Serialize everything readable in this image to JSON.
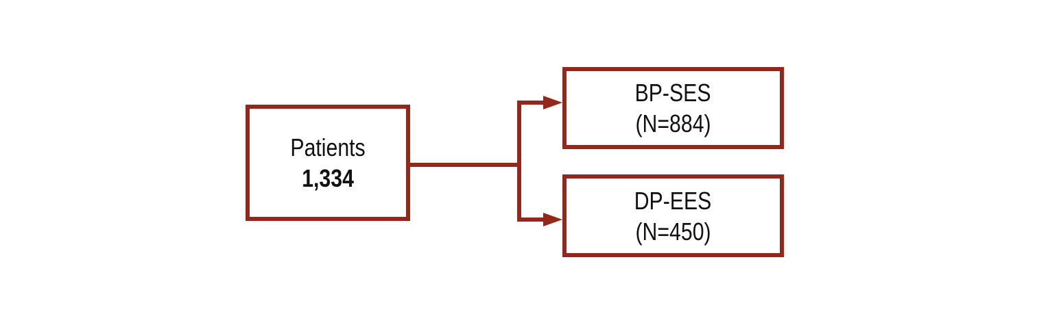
{
  "diagram": {
    "root": {
      "label": "Patients",
      "count": "1,334"
    },
    "branches": [
      {
        "name": "BP-SES",
        "n": "(N=884)"
      },
      {
        "name": "DP-EES",
        "n": "(N=450)"
      }
    ]
  },
  "icons": {
    "arrow": "arrow-right-icon"
  },
  "theme": {
    "line-color": "#93271B",
    "text-color": "#111111",
    "background": "#FFFFFF"
  }
}
